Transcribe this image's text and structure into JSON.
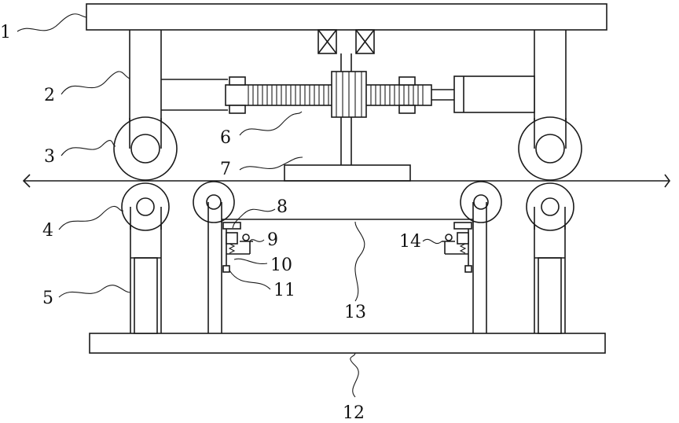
{
  "labels": {
    "l1": "1",
    "l2": "2",
    "l3": "3",
    "l4": "4",
    "l5": "5",
    "l6": "6",
    "l7": "7",
    "l8": "8",
    "l9": "9",
    "l10": "10",
    "l11": "11",
    "l12": "12",
    "l13": "13",
    "l14": "14"
  },
  "colors": {
    "line": "#1a1a1a",
    "background": "#ffffff"
  }
}
